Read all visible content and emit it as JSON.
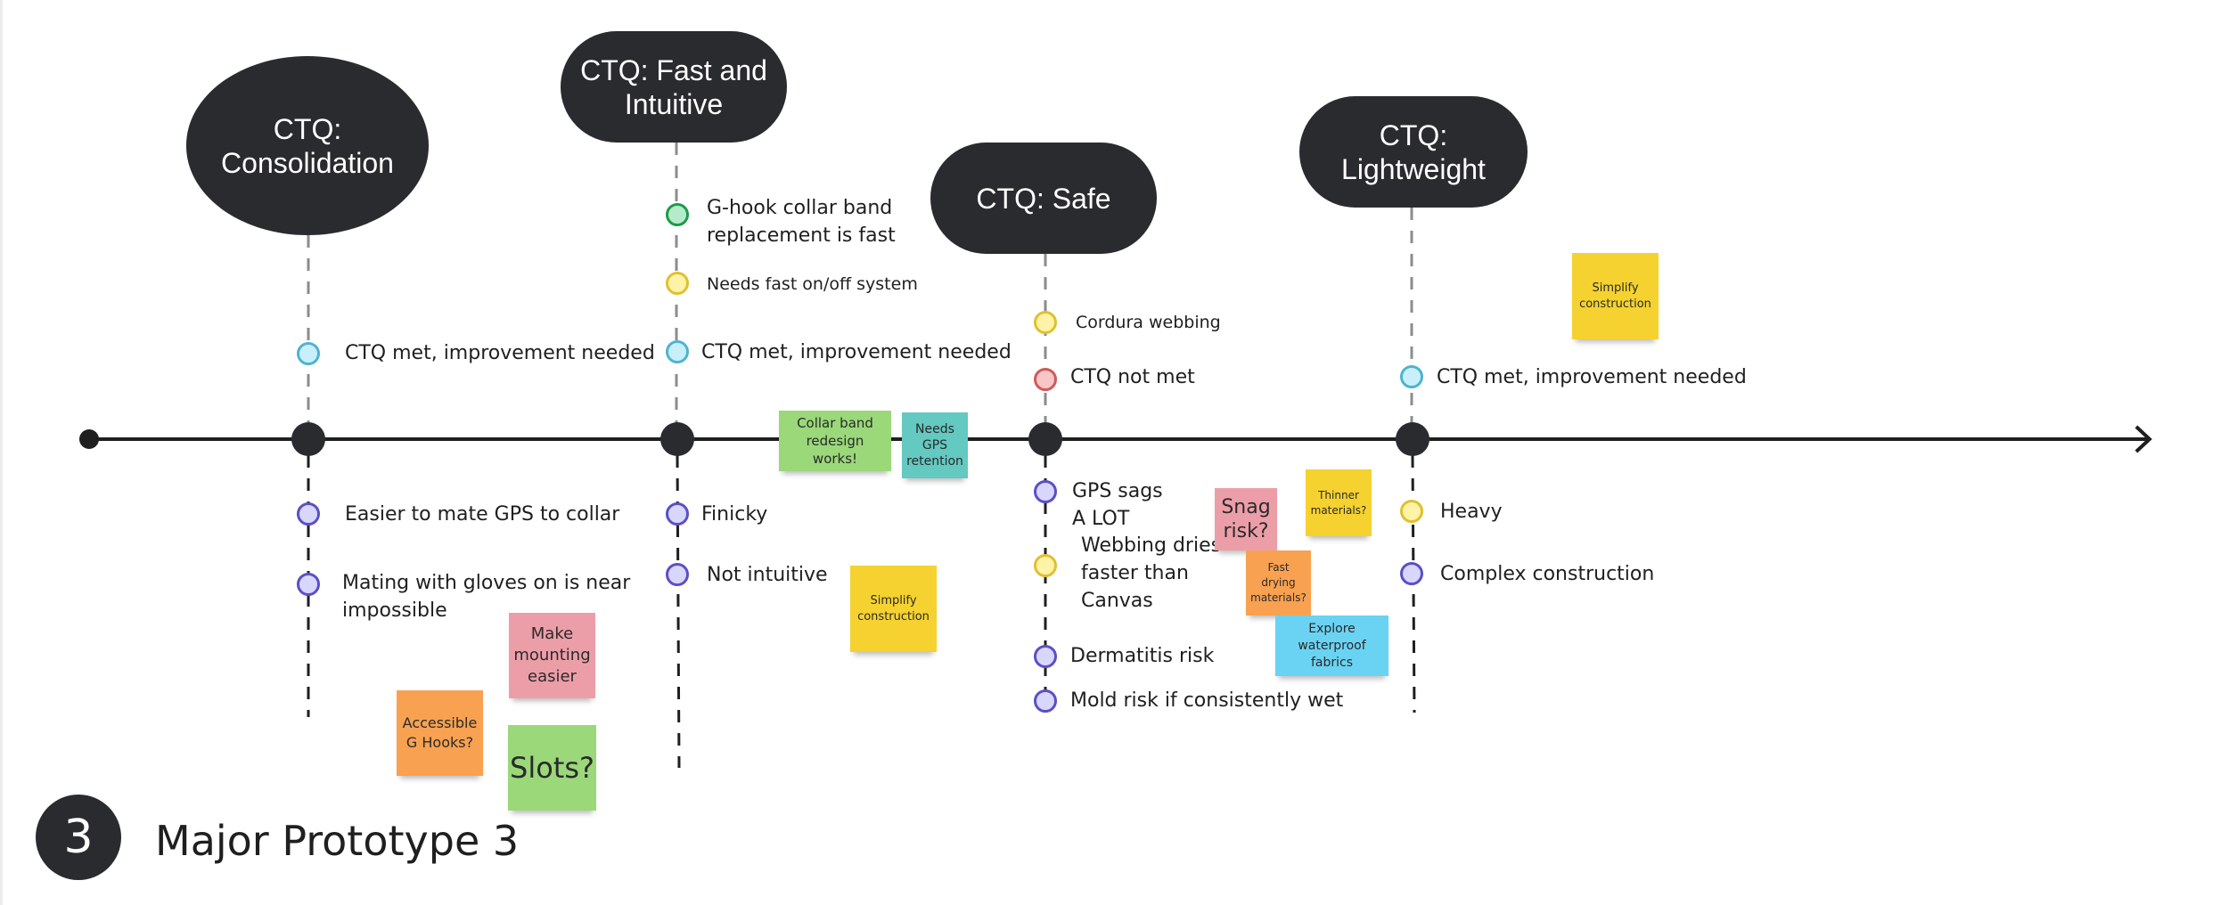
{
  "title": {
    "step_number": "3",
    "label": "Major Prototype 3"
  },
  "colors": {
    "ctq_bubble": "#2a2b2e",
    "status_cyan": "#c8f0fa",
    "status_green": "#b4ebca",
    "status_yellow": "#fff3a8",
    "status_red": "#f8c6c6",
    "status_purple": "#d9d6fb"
  },
  "ctqs": [
    {
      "title": "CTQ:\nConsolidation",
      "above": [
        {
          "status": "cyan",
          "text": "CTQ met, improvement needed"
        }
      ],
      "below": [
        {
          "status": "purple",
          "text": "Easier to mate GPS to collar"
        },
        {
          "status": "purple",
          "text": "Mating with gloves on is near\nimpossible"
        }
      ]
    },
    {
      "title": "CTQ: Fast and\nIntuitive",
      "above": [
        {
          "status": "green",
          "text": "G-hook collar band\nreplacement is fast"
        },
        {
          "status": "yellow",
          "text": "Needs fast on/off system"
        },
        {
          "status": "cyan",
          "text": "CTQ met, improvement needed"
        }
      ],
      "below": [
        {
          "status": "purple",
          "text": "Finicky"
        },
        {
          "status": "purple",
          "text": "Not intuitive"
        }
      ]
    },
    {
      "title": "CTQ: Safe",
      "above": [
        {
          "status": "yellow",
          "text": "Cordura webbing"
        },
        {
          "status": "red",
          "text": "CTQ not met"
        }
      ],
      "below": [
        {
          "status": "purple",
          "text": "GPS sags\nA LOT"
        },
        {
          "status": "yellow",
          "text": "Webbing dries\nfaster than\nCanvas"
        },
        {
          "status": "purple",
          "text": "Dermatitis risk"
        },
        {
          "status": "purple",
          "text": "Mold risk if consistently wet"
        }
      ]
    },
    {
      "title": "CTQ:\nLightweight",
      "above": [
        {
          "status": "cyan",
          "text": "CTQ met, improvement needed"
        }
      ],
      "below": [
        {
          "status": "yellow",
          "text": "Heavy"
        },
        {
          "status": "purple",
          "text": "Complex construction"
        }
      ]
    }
  ],
  "sticky_notes": [
    {
      "color": "pink",
      "text": "Make\nmounting\neasier"
    },
    {
      "color": "orange",
      "text": "Accessible\nG Hooks?"
    },
    {
      "color": "green",
      "text": "Slots?"
    },
    {
      "color": "green",
      "text": "Collar band\nredesign works!"
    },
    {
      "color": "teal",
      "text": "Needs\nGPS\nretention"
    },
    {
      "color": "yellow",
      "text": "Simplify\nconstruction"
    },
    {
      "color": "pink",
      "text": "Snag\nrisk?"
    },
    {
      "color": "yellow",
      "text": "Thinner\nmaterials?"
    },
    {
      "color": "orange",
      "text": "Fast\ndrying\nmaterials?"
    },
    {
      "color": "cyan",
      "text": "Explore\nwaterproof\nfabrics"
    },
    {
      "color": "yellow",
      "text": "Simplify\nconstruction"
    }
  ]
}
